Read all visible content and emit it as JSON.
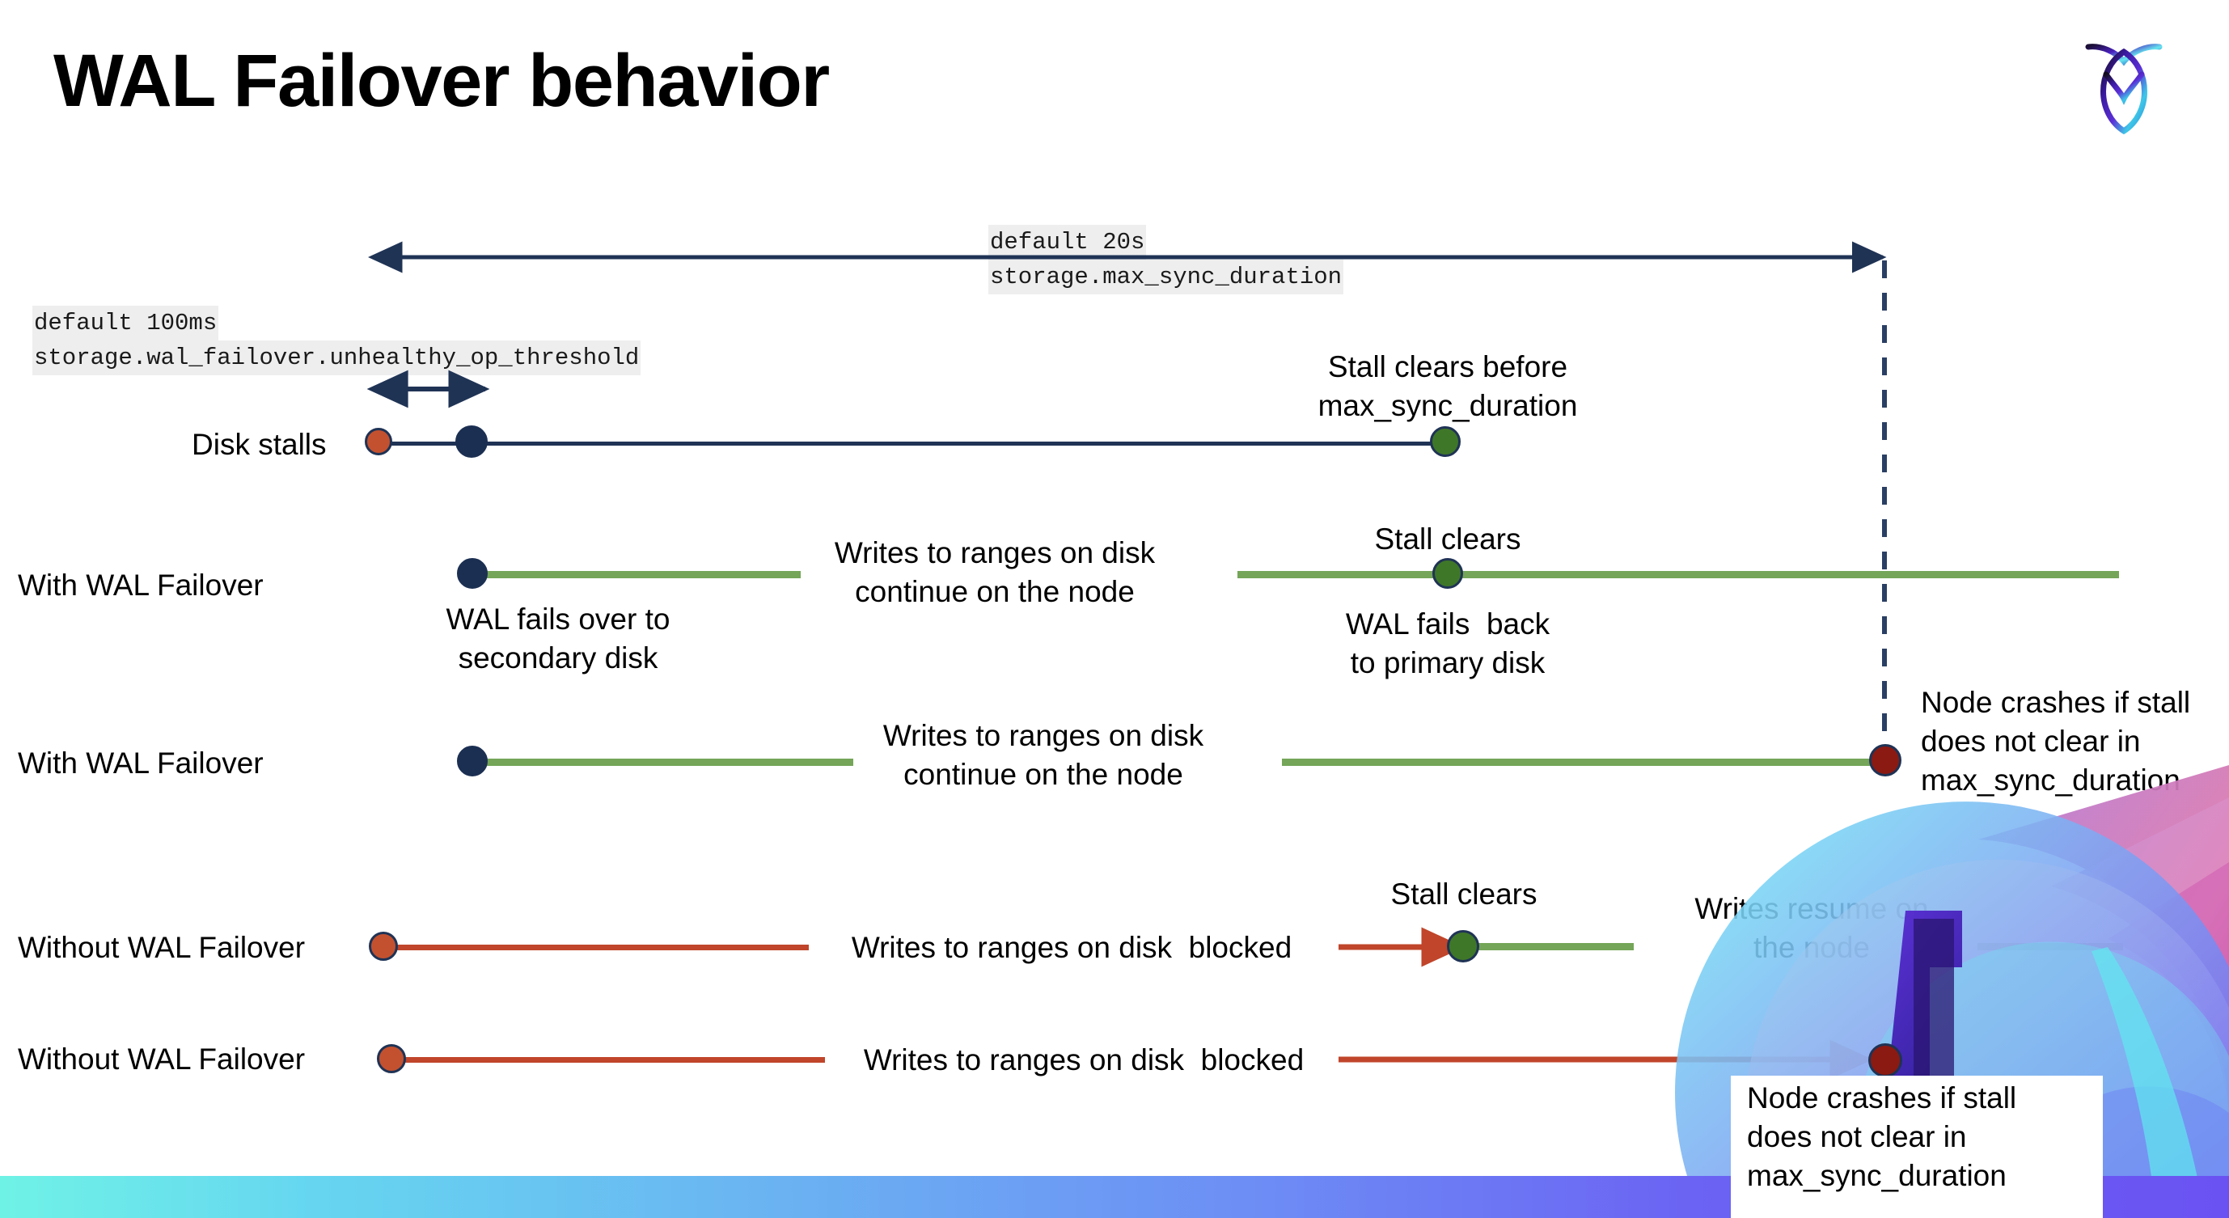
{
  "slide": {
    "title": "WAL Failover behavior",
    "logo_icon": "cockroach-labs-logo"
  },
  "annotations": {
    "max_sync": {
      "line1": "default 20s",
      "line2": "storage.max_sync_duration"
    },
    "unhealthy_threshold": {
      "line1": "default 100ms",
      "line2": "storage.wal_failover.unhealthy_op_threshold"
    }
  },
  "rows": [
    {
      "id": "disk-stalls",
      "label": "Disk stalls",
      "callouts": [
        {
          "id": "stall-clears-before",
          "text": "Stall clears before\nmax_sync_duration"
        }
      ]
    },
    {
      "id": "with-wal-failover-1",
      "label": "With WAL Failover",
      "callouts": [
        {
          "id": "writes-continue",
          "text": "Writes to ranges on disk\ncontinue on the node"
        },
        {
          "id": "wal-fails-over",
          "text": "WAL fails over to\nsecondary disk"
        },
        {
          "id": "stall-clears",
          "text": "Stall clears"
        },
        {
          "id": "wal-fails-back",
          "text": "WAL fails  back\nto primary disk"
        }
      ]
    },
    {
      "id": "with-wal-failover-2",
      "label": "With WAL Failover",
      "callouts": [
        {
          "id": "writes-continue-2",
          "text": "Writes to ranges on disk\ncontinue on the node"
        },
        {
          "id": "node-crashes-1",
          "text": "Node crashes if stall\ndoes not clear in\nmax_sync_duration"
        }
      ]
    },
    {
      "id": "without-wal-failover-1",
      "label": "Without WAL Failover",
      "callouts": [
        {
          "id": "writes-blocked-1",
          "text": "Writes to ranges on disk  blocked"
        },
        {
          "id": "stall-clears-2",
          "text": "Stall clears"
        },
        {
          "id": "writes-resume",
          "text": "Writes resume on\nthe node"
        }
      ]
    },
    {
      "id": "without-wal-failover-2",
      "label": "Without WAL Failover",
      "callouts": [
        {
          "id": "writes-blocked-2",
          "text": "Writes to ranges on disk  blocked"
        },
        {
          "id": "node-crashes-2",
          "text": "Node crashes if stall\ndoes not clear in\nmax_sync_duration"
        }
      ]
    }
  ],
  "colors": {
    "navy": "#1f3355",
    "green_line": "#74a558",
    "red_line": "#c0452a",
    "dot_orange": "#c3512f",
    "dot_navy": "#1b2f52",
    "dot_green": "#3f7728",
    "dot_darkred": "#8b1a12",
    "code_bg": "#eeeeee",
    "bar_gradient_start": "#6ff2e6",
    "bar_gradient_end": "#6a52f2"
  }
}
